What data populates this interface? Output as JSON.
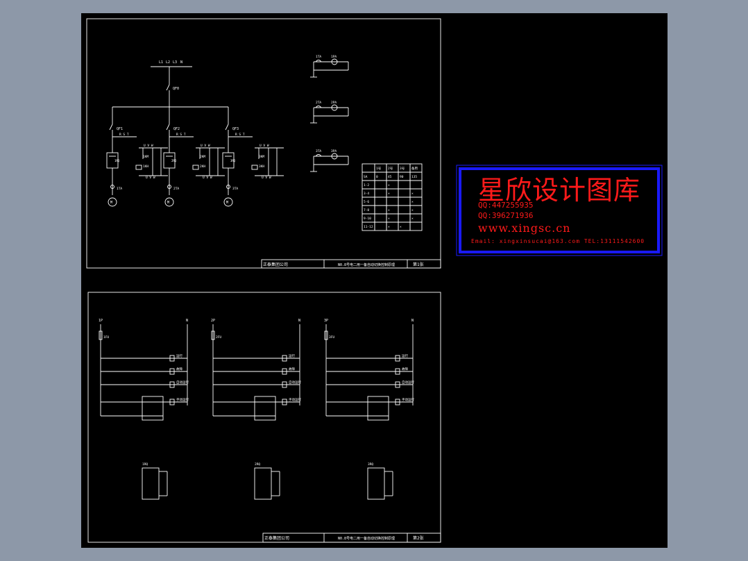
{
  "sheet1": {
    "title_block": {
      "company": "正泰集团公司",
      "drawing": "N0.8号电二用一备自动切换控制原理",
      "sheet": "第1张"
    },
    "bus_labels": [
      "L1",
      "L2",
      "L3",
      "N"
    ],
    "main_switch": "QF0",
    "feeders": [
      {
        "breaker": "QF1",
        "contactor": "1KM",
        "soft_starter": "1RQ",
        "relay": "1KH",
        "ct": "1TA",
        "motor": "M"
      },
      {
        "breaker": "QF2",
        "contactor": "2KM",
        "soft_starter": "2RQ",
        "relay": "2KH",
        "ct": "2TA",
        "motor": "M"
      },
      {
        "breaker": "QF3",
        "contactor": "3KM",
        "soft_starter": "3RQ",
        "relay": "3KH",
        "ct": "3TA",
        "motor": "M"
      }
    ],
    "phase_in": "R S T",
    "phase_out_top": "U V W",
    "phase_out_bottom": "U V W",
    "meters": [
      {
        "ct": "1TA",
        "ammeter": "1PA"
      },
      {
        "ct": "2TA",
        "ammeter": "2PA"
      },
      {
        "ct": "3TA",
        "ammeter": "3PA"
      }
    ],
    "switch_table": {
      "header": [
        "",
        "1号",
        "2号",
        "3号",
        "备用"
      ],
      "rows": [
        [
          "SA",
          "0",
          "45",
          "90",
          "135"
        ],
        [
          "1-2",
          "",
          "×",
          "",
          ""
        ],
        [
          "3-4",
          "",
          "×",
          "",
          "×"
        ],
        [
          "5-6",
          "",
          "",
          "",
          "×"
        ],
        [
          "7-8",
          "",
          "×",
          "",
          "×"
        ],
        [
          "9-10",
          "",
          "×",
          "",
          "×"
        ],
        [
          "11-12",
          "",
          "×",
          "×",
          ""
        ]
      ]
    }
  },
  "sheet2": {
    "title_block": {
      "company": "正泰集团公司",
      "drawing": "N0.8号电二用一备自动切换控制原理",
      "sheet": "第2张"
    },
    "circuits": [
      {
        "phase": "1P",
        "fuse": "1FU",
        "name": "1RQ"
      },
      {
        "phase": "2P",
        "fuse": "2FU",
        "name": "2RQ"
      },
      {
        "phase": "3P",
        "fuse": "3FU",
        "name": "3RQ"
      }
    ],
    "neutral": "N",
    "row_labels": [
      "运行",
      "故障",
      "自动运行",
      "手动运行"
    ]
  },
  "watermark": {
    "title": "星欣设计图库",
    "qq1": "QQ:447255935",
    "qq2": "QQ:396271936",
    "url": "www.xingsc.cn",
    "mail": "Email: xingxinsucai@163.com  TEL:13111542600"
  },
  "colors": {
    "background": "#8d98a8",
    "canvas": "#000000",
    "lines": "#ffffff",
    "watermark_red": "#ff1a1a",
    "watermark_blue": "#1a1aff"
  }
}
